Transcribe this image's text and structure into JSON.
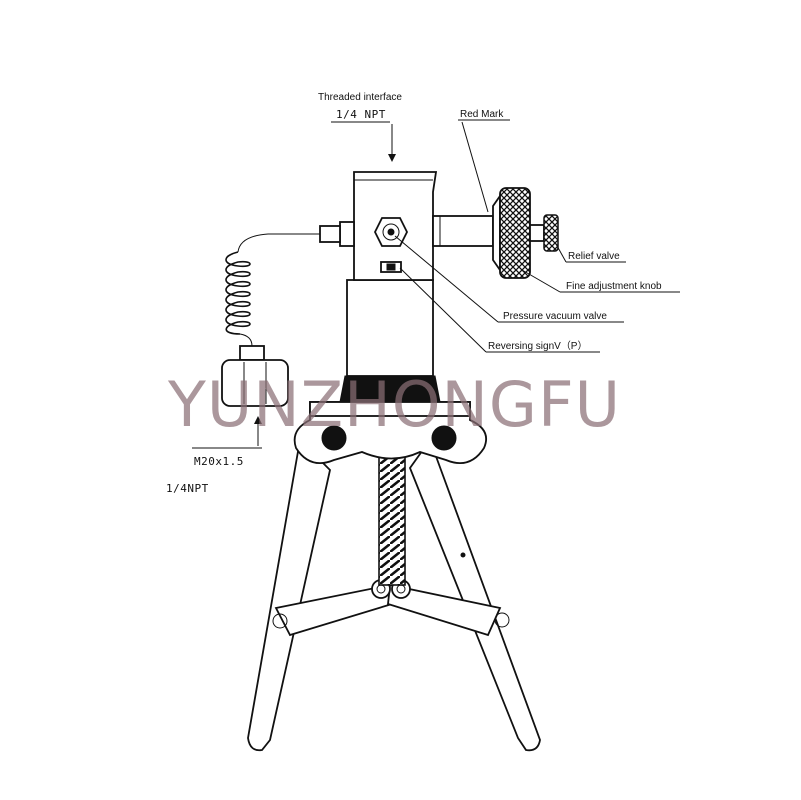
{
  "labels": {
    "threaded_interface": "Threaded interface",
    "threaded_interface_spec": "1/4 NPT",
    "red_mark": "Red Mark",
    "relief_valve": "Relief valve",
    "fine_adjustment_knob": "Fine adjustment knob",
    "pressure_vacuum_valve": "Pressure vacuum valve",
    "reversing_sign": "Reversing signV（P）",
    "gauge_thread": "M20x1.5",
    "gauge_npt": "1/4NPT"
  },
  "watermark": "YUNZHONGFU"
}
